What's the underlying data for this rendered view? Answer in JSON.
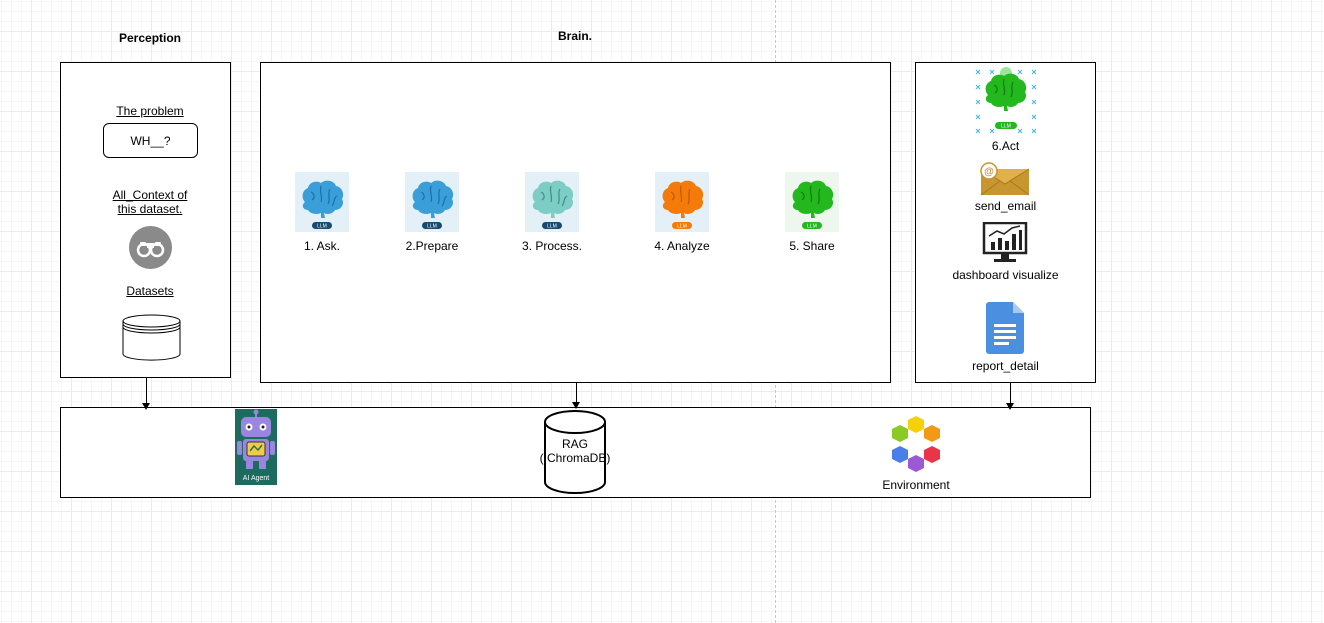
{
  "perception": {
    "title": "Perception",
    "problem_label": "The problem",
    "problem_text": "WH__?",
    "context_label_line1": "All_Context of",
    "context_label_line2": "this dataset.",
    "binoculars_icon": "binoculars-icon",
    "datasets_label": "Datasets",
    "datasets_icon": "database-cylinder-icon"
  },
  "brain": {
    "title": "Brain.",
    "steps": [
      {
        "label": "1. Ask.",
        "badge": "LLM",
        "color": "#3a9fd8",
        "icon": "brain-icon"
      },
      {
        "label": "2.Prepare",
        "badge": "LLM",
        "color": "#3a9fd8",
        "icon": "brain-icon"
      },
      {
        "label": "3. Process.",
        "badge": "LLM",
        "color": "#7ccdc4",
        "icon": "brain-icon"
      },
      {
        "label": "4. Analyze",
        "badge": "LLM",
        "color": "#f47a0a",
        "icon": "brain-icon"
      },
      {
        "label": "5. Share",
        "badge": "LLM",
        "color": "#22b81e",
        "icon": "brain-icon"
      }
    ]
  },
  "action": {
    "act_label": "6.Act",
    "act_badge": "LLM",
    "act_color": "#22b81e",
    "email_label": "send_email",
    "email_icon": "email-envelope-icon",
    "dashboard_label": "dashboard visualize",
    "dashboard_icon": "dashboard-chart-icon",
    "report_label": "report_detail",
    "report_icon": "document-icon"
  },
  "bottom": {
    "agent_label": "AI Agent",
    "agent_icon": "robot-icon",
    "rag_line1": "RAG",
    "rag_line2": "( ChromaDB)",
    "environment_label": "Environment",
    "environment_icon": "hexagon-flower-icon"
  }
}
